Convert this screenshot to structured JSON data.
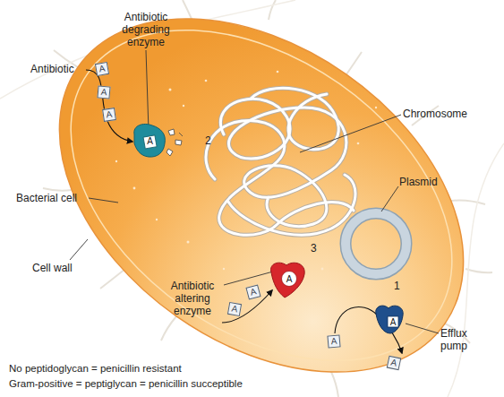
{
  "diagram": {
    "nodes": [
      {
        "text": [
          "A"
        ]
      },
      {
        "text": [
          "A"
        ]
      },
      {
        "text": [
          "A"
        ]
      },
      {
        "text": [
          "A"
        ]
      },
      {
        "text": [
          "A"
        ]
      },
      {
        "text": [
          "A"
        ]
      },
      {
        "text": [
          "A"
        ]
      }
    ],
    "labels": [
      "Antibiotic degrading enzyme",
      "Antibiotic",
      "A",
      "2",
      "Chromosome",
      "Plasmid",
      "Bacterial cell",
      "3",
      "Cell wall",
      "Antibiotic altering enzyme",
      "A",
      "1",
      "A",
      "Efflux pump",
      "No peptidoglycan = penicillin resistant",
      "Gram-positive = peptiglycan = penicillin succeptible"
    ]
  }
}
